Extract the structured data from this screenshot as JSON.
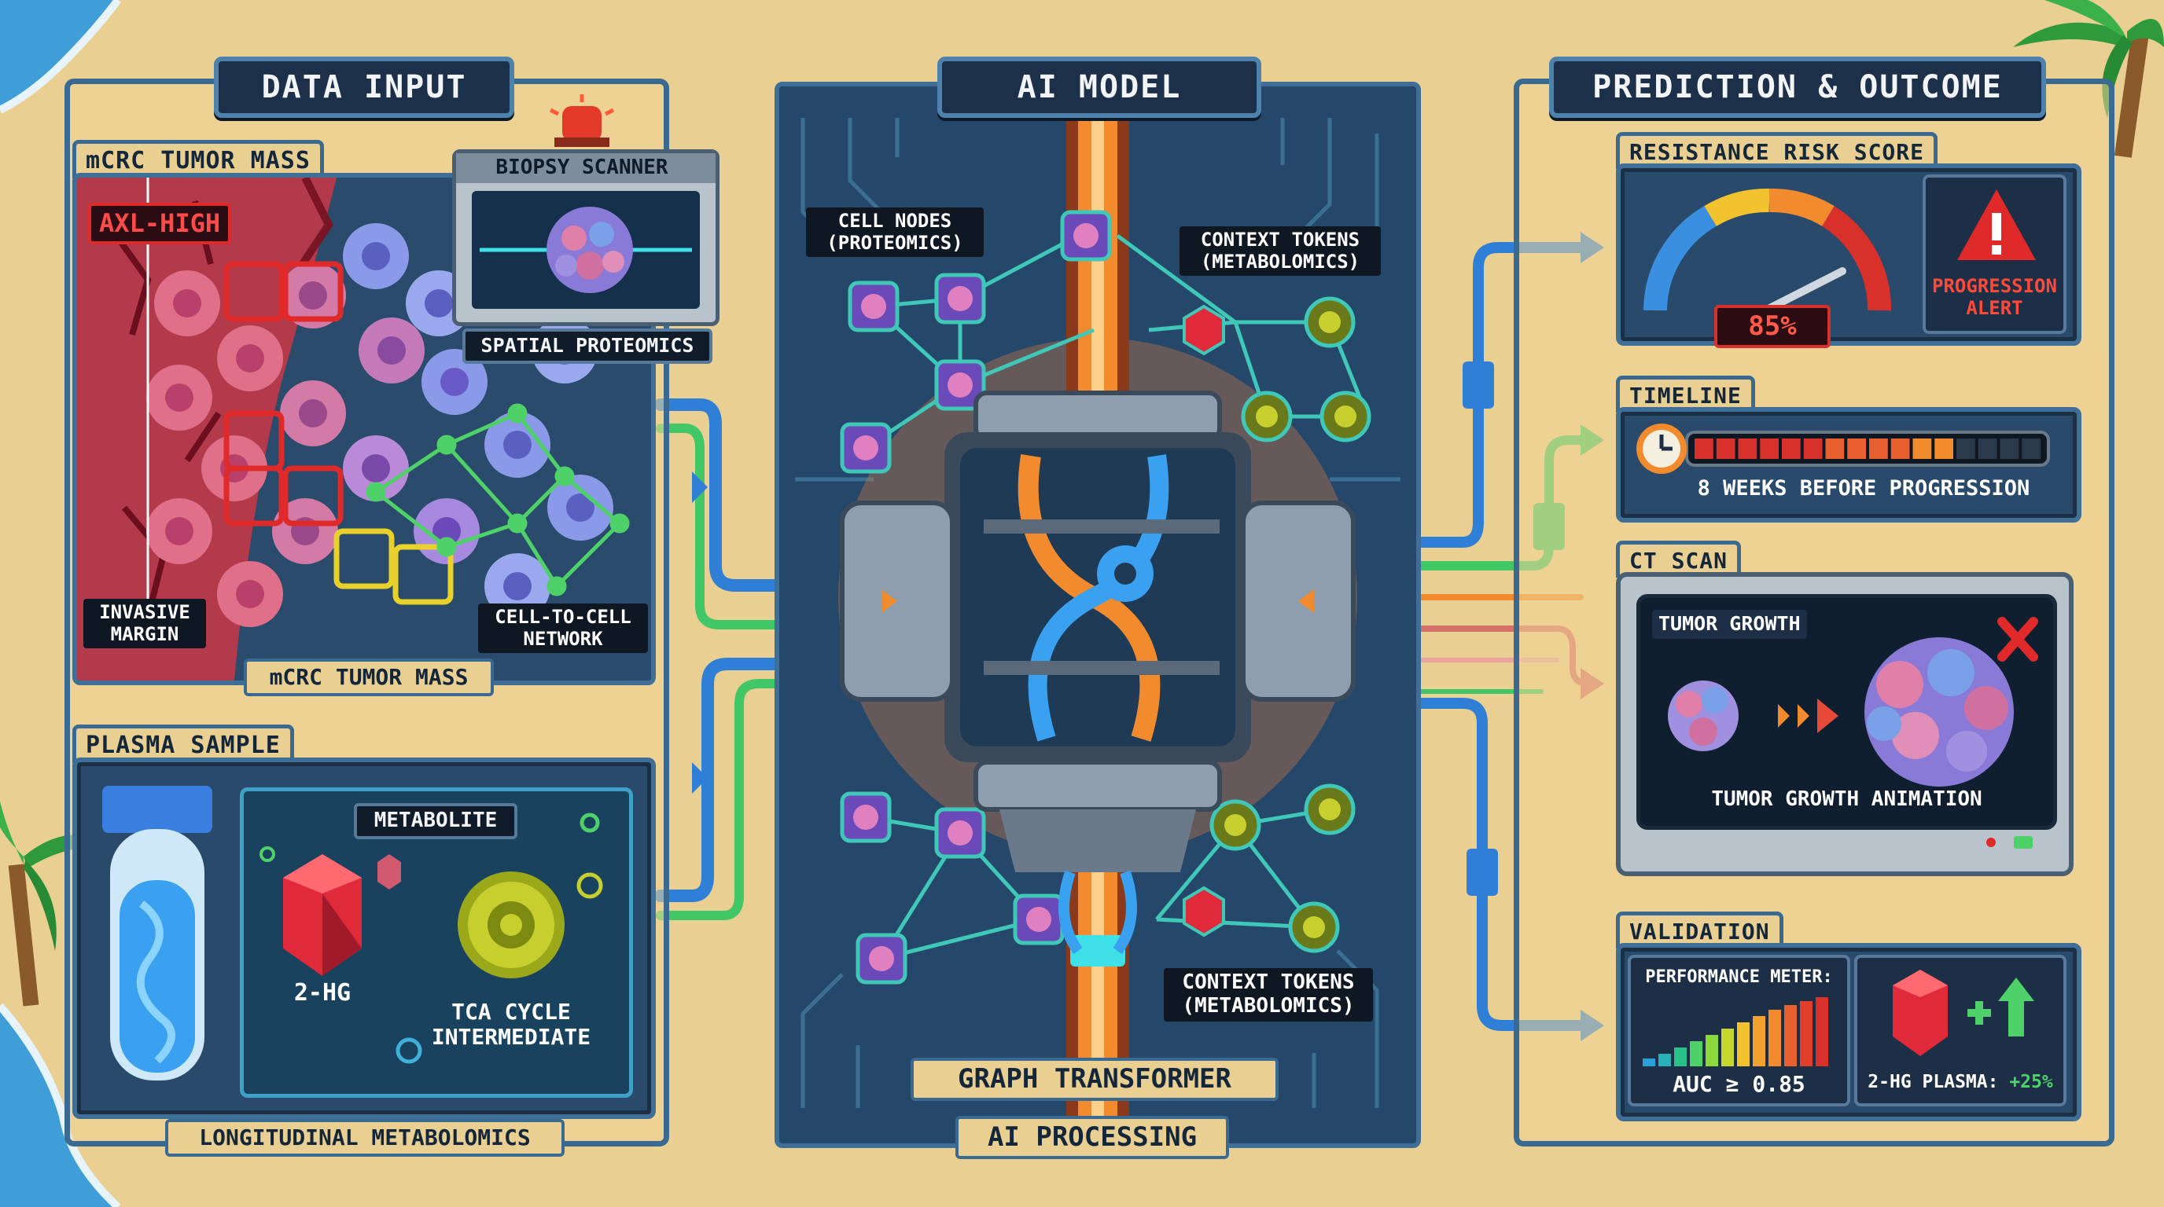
{
  "sections": {
    "data_input": "DATA INPUT",
    "ai_model": "AI MODEL",
    "prediction": "PREDICTION & OUTCOME"
  },
  "tumor": {
    "tab_label": "mCRC TUMOR MASS",
    "axl_badge": "AXL-HIGH",
    "invasive_margin": "INVASIVE\nMARGIN",
    "network_label": "CELL-TO-CELL\nNETWORK",
    "bottom_label": "mCRC TUMOR MASS",
    "scanner_title": "BIOPSY SCANNER",
    "scanner_caption": "SPATIAL PROTEOMICS"
  },
  "plasma": {
    "tab_label": "PLASMA SAMPLE",
    "metabolite_label": "METABOLITE",
    "gem_label": "2-HG",
    "coin_label": "TCA CYCLE\nINTERMEDIATE",
    "bottom_label": "LONGITUDINAL METABOLOMICS"
  },
  "model": {
    "cell_nodes": "CELL NODES\n(PROTEOMICS)",
    "context_tokens_top": "CONTEXT TOKENS\n(METABOLOMICS)",
    "context_tokens_bottom": "CONTEXT TOKENS\n(METABOLOMICS)",
    "engine_name": "GRAPH TRANSFORMER",
    "engine_caption": "AI PROCESSING"
  },
  "risk": {
    "tab_label": "RESISTANCE RISK SCORE",
    "score_text": "85%",
    "score_value": 85,
    "alert_label": "PROGRESSION\nALERT"
  },
  "timeline": {
    "tab_label": "TIMELINE",
    "caption": "8 WEEKS BEFORE PROGRESSION",
    "filled_segments": 12,
    "total_segments": 16
  },
  "ct": {
    "tab_label": "CT SCAN",
    "inner_label": "TUMOR GROWTH",
    "caption": "TUMOR GROWTH ANIMATION"
  },
  "validation": {
    "tab_label": "VALIDATION",
    "meter_label": "PERFORMANCE METER:",
    "auc_label": "AUC ≥ 0.85",
    "plasma_label": "2-HG PLASMA: ",
    "plasma_delta": "+25%"
  },
  "colors": {
    "panel_blue": "#3f6f96",
    "panel_dark": "#1c2f47",
    "sand": "#e9cf92",
    "accent_orange": "#f28a2e",
    "alert_red": "#d8302a",
    "node_green": "#4fd16a",
    "wire_blue": "#2f7fd6"
  },
  "icons": [
    "palm-tree-icon",
    "siren-icon",
    "gauge-icon",
    "warning-icon",
    "clock-icon",
    "gem-icon",
    "gear-coin-icon",
    "test-tube-icon",
    "arrow-up-icon"
  ]
}
